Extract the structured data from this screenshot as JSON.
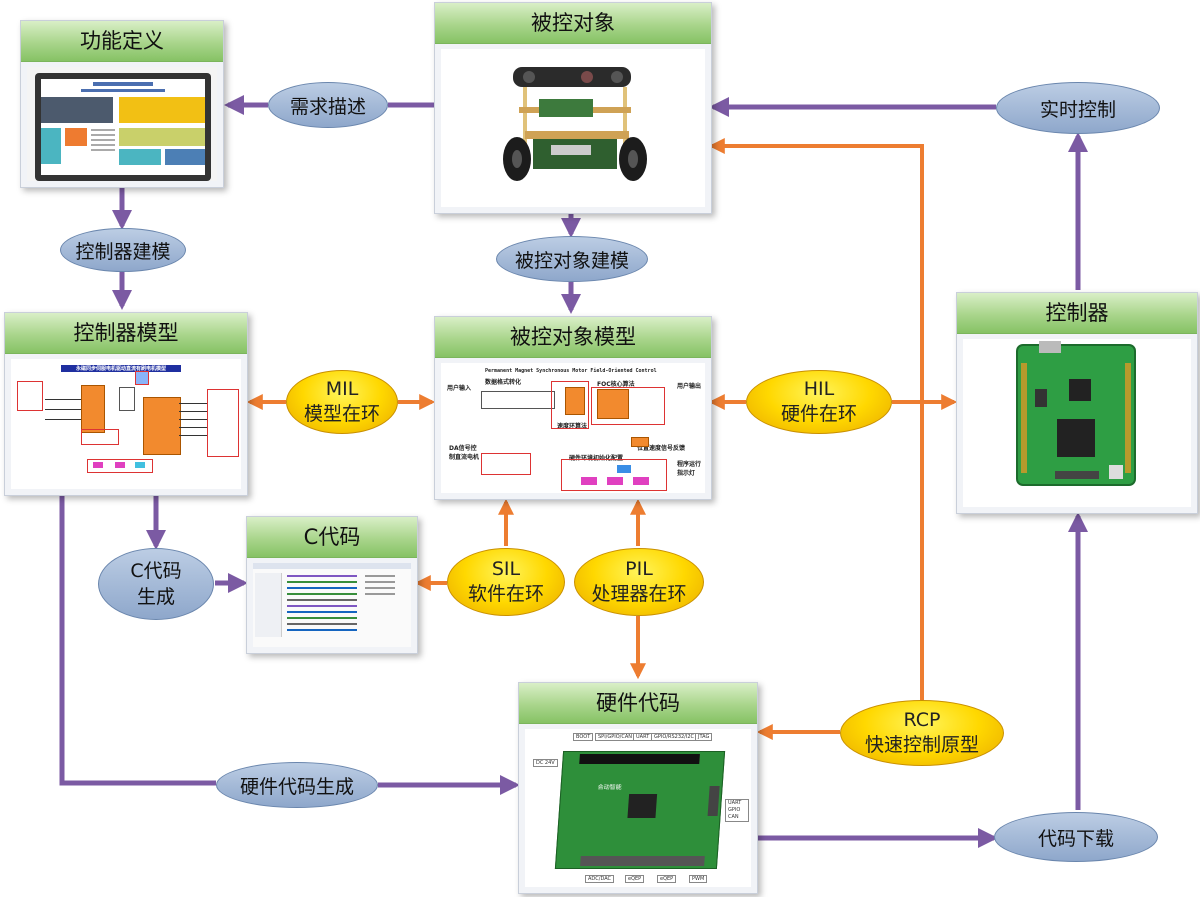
{
  "boxes": {
    "function_def": "功能定义",
    "plant": "被控对象",
    "controller_model": "控制器模型",
    "plant_model": "被控对象模型",
    "controller": "控制器",
    "c_code": "C代码",
    "hw_code": "硬件代码"
  },
  "nodes": {
    "requirement": "需求描述",
    "controller_modeling": "控制器建模",
    "plant_modeling": "被控对象建模",
    "realtime_control": "实时控制",
    "mil_1": "MIL",
    "mil_2": "模型在环",
    "hil_1": "HIL",
    "hil_2": "硬件在环",
    "c_codegen_1": "C代码",
    "c_codegen_2": "生成",
    "sil_1": "SIL",
    "sil_2": "软件在环",
    "pil_1": "PIL",
    "pil_2": "处理器在环",
    "rcp_1": "RCP",
    "rcp_2": "快速控制原型",
    "hw_codegen": "硬件代码生成",
    "code_download": "代码下载"
  },
  "colors": {
    "purple": "#7b5aa3",
    "orange": "#ed7d31",
    "header_green": "#a9d58b",
    "node_blue": "#9fb5d6",
    "node_yellow": "#ffd800"
  },
  "controller_model_img": {
    "title": "永磁同步伺服电机驱动直流有刷电机模型"
  },
  "plant_model_img": {
    "title": "Permanent Magnet Synchronous Motor Field-Oriented Control",
    "user_input": "用户输入",
    "data_format": "数据格式转化",
    "foc": "FOC核心算法",
    "user_output": "用户输出",
    "speed_loop": "速度环算法",
    "da_control": "DA信号控制直流电机",
    "position_feedback": "位置速度信号反馈",
    "hw_init": "硬件环境初始化配置",
    "program_running": "程序运行指示灯"
  },
  "hw_img": {
    "boot": "BOOT",
    "spi": "SPI/GPIO/CAN",
    "uart": "UART",
    "gpio": "GPIO/RS232/I2C",
    "jtag": "JTAG",
    "dc": "DC 24V",
    "side": "UART GPIO CAN",
    "adc": "ADC/DAC",
    "eqep1": "eQEP",
    "eqep2": "eQEP",
    "pwm": "PWM",
    "brand": "合动智能"
  }
}
